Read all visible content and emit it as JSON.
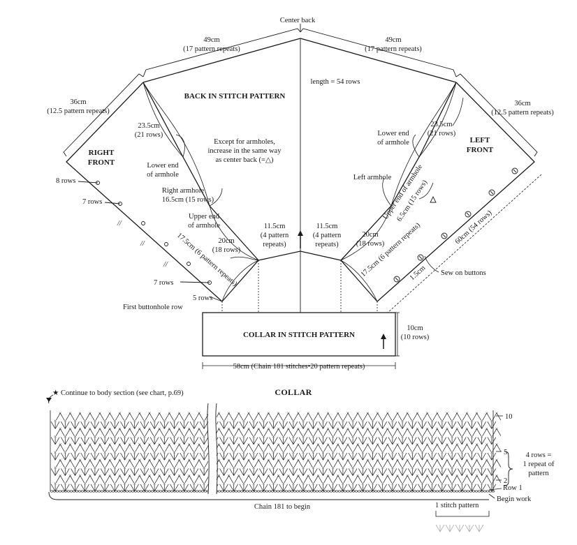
{
  "top": {
    "center_back": "Center back",
    "left_width": "49cm",
    "left_repeats": "(17 pattern repeats)",
    "right_width": "49cm",
    "right_repeats": "(17 pattern repeats)",
    "length": "length = 54 rows"
  },
  "back": {
    "title": "BACK IN STITCH PATTERN"
  },
  "right_front": {
    "title_line1": "RIGHT",
    "title_line2": "FRONT",
    "side": "36cm",
    "side_repeats": "(12.5 pattern repeats)",
    "armhole_len": "23.5cm",
    "armhole_rows": "(21 rows)",
    "lower_end_1": "Lower end",
    "lower_end_2": "of armhole",
    "right_armhole": "Right armhole",
    "right_armhole_size": "16.5cm (15 rows)",
    "upper_end_1": "Upper end",
    "upper_end_2": "of armhole",
    "shoulder": "20cm",
    "shoulder_rows": "(18 rows)",
    "diag": "17.5cm (6 pattern repeats)",
    "rows_8": "8 rows",
    "rows_7a": "7 rows",
    "rows_7b": "7 rows",
    "rows_5": "5 rows",
    "first_buttonhole": "First buttonhole row"
  },
  "increase_note": {
    "line1": "Except for armholes,",
    "line2": "increase in the same way",
    "line3": "as center back (=△)"
  },
  "center": {
    "left_width": "11.5cm",
    "left_repeats_1": "(4 pattern",
    "left_repeats_2": "repeats)",
    "right_width": "11.5cm",
    "right_repeats_1": "(4 pattern",
    "right_repeats_2": "repeats)"
  },
  "left_front": {
    "title_line1": "LEFT",
    "title_line2": "FRONT",
    "side": "36cm",
    "side_repeats": "(12.5 pattern repeats)",
    "armhole_len": "23.5cm",
    "armhole_rows": "(21 rows)",
    "lower_end_1": "Lower end",
    "lower_end_2": "of armhole",
    "left_armhole": "Left armhole",
    "upper_end": "Upper end of armhole",
    "upper_end_size": "6.5cm (15 rows)",
    "shoulder": "20cm",
    "shoulder_rows": "(18 rows)",
    "diag": "17.5cm (6 pattern repeats)",
    "band_len": "60cm (54 rows)",
    "band_gap": "1.5cm",
    "sew_buttons": "Sew on buttons"
  },
  "collar_box": {
    "title": "COLLAR IN STITCH PATTERN",
    "height": "10cm",
    "height_rows": "(10 rows)",
    "width": "58cm (Chain 181 stitches•20 pattern repeats)"
  },
  "collar_chart": {
    "title": "COLLAR",
    "note": "★ Continue to body section (see chart, p.69)",
    "row_10": "10",
    "row_5": "5",
    "row_2": "2",
    "row_1": "Row 1",
    "repeat_1": "4 rows =",
    "repeat_2": "1 repeat of",
    "repeat_3": "pattern",
    "chain": "Chain 181 to begin",
    "stitch_pattern": "1 stitch pattern",
    "begin": "Begin work"
  }
}
